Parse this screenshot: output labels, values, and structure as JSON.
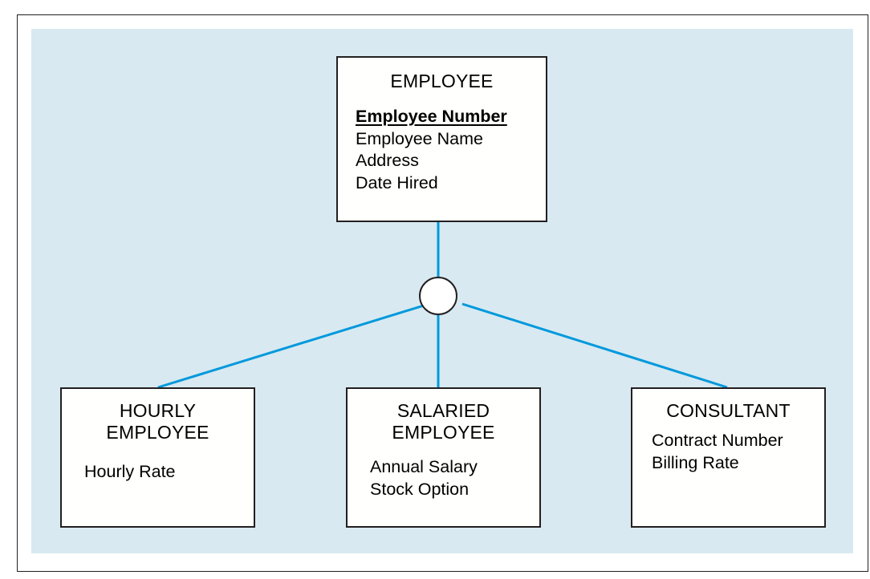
{
  "diagram": {
    "type": "supertype-subtype-erd",
    "colors": {
      "panel_background": "#d8e9f1",
      "connector_line": "#0099dc",
      "entity_border": "#231f20",
      "entity_fill": "#fffffd",
      "frame_border": "#231f20"
    },
    "supertype": {
      "name": "EMPLOYEE",
      "attributes": [
        {
          "label": "Employee Number",
          "is_primary_key": true
        },
        {
          "label": "Employee Name",
          "is_primary_key": false
        },
        {
          "label": "Address",
          "is_primary_key": false
        },
        {
          "label": "Date Hired",
          "is_primary_key": false
        }
      ]
    },
    "subtype_symbol": {
      "shape": "circle",
      "meaning": "subtype-discriminator"
    },
    "subtypes": [
      {
        "name": "HOURLY\nEMPLOYEE",
        "attributes": [
          {
            "label": "Hourly Rate",
            "is_primary_key": false
          }
        ]
      },
      {
        "name": "SALARIED\nEMPLOYEE",
        "attributes": [
          {
            "label": "Annual Salary",
            "is_primary_key": false
          },
          {
            "label": "Stock Option",
            "is_primary_key": false
          }
        ]
      },
      {
        "name": "CONSULTANT",
        "attributes": [
          {
            "label": "Contract Number",
            "is_primary_key": false
          },
          {
            "label": "Billing Rate",
            "is_primary_key": false
          }
        ]
      }
    ]
  }
}
